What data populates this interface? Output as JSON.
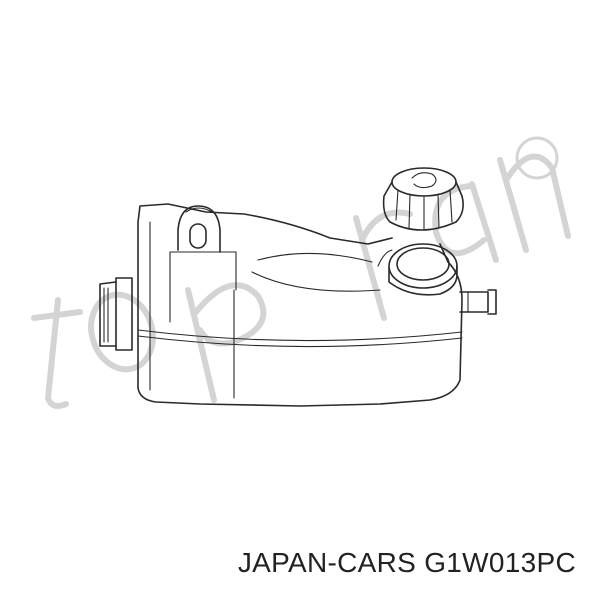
{
  "caption": {
    "brand": "JAPAN-CARS",
    "part_number": "G1W013PC"
  },
  "watermark": {
    "logo_text": "topran",
    "symbol": "©"
  },
  "colors": {
    "line": "#2a2a2a",
    "watermark": "#d4d4d4",
    "background": "#ffffff"
  }
}
